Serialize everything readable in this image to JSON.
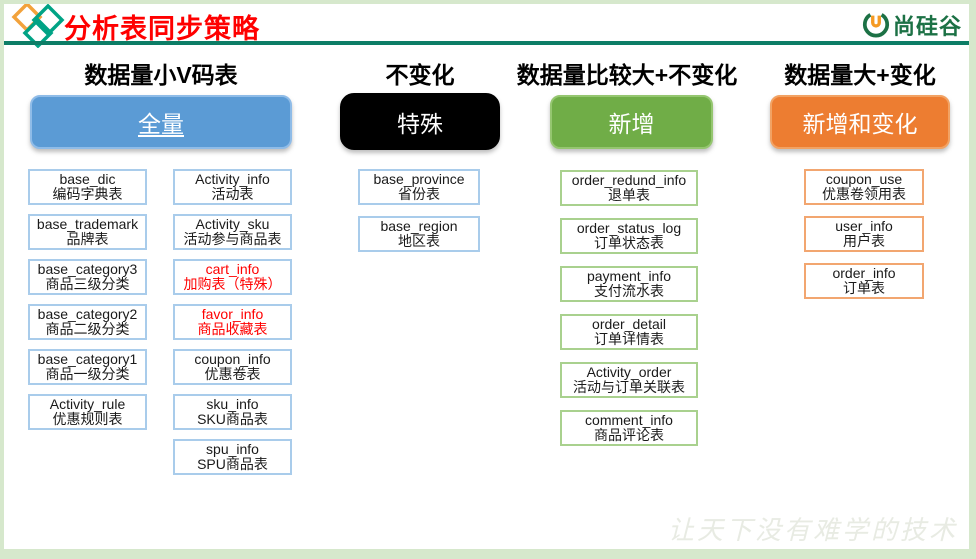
{
  "header": {
    "title": "分析表同步策略",
    "brand": "尚硅谷"
  },
  "footer": {
    "watermark": "让天下没有难学的技术"
  },
  "colors": {
    "title_red": "#FF0000",
    "rule_teal": "#0D7D66",
    "frame_green": "#D6E8CC",
    "brand_green": "#1C7145",
    "brand_orange": "#F59A23",
    "highlight_red": "#FF0000"
  },
  "columns": [
    {
      "header": "数据量小V码表",
      "strategy_label": "全量",
      "button_color": "#5B9BD5",
      "button_border": "#8FBCE8",
      "box_border": "#A9CCEB",
      "table_groups": [
        [
          {
            "name": "base_dic",
            "label": "编码字典表"
          },
          {
            "name": "base_trademark",
            "label": "品牌表"
          },
          {
            "name": "base_category3",
            "label": "商品三级分类"
          },
          {
            "name": "base_category2",
            "label": "商品二级分类"
          },
          {
            "name": "base_category1",
            "label": "商品一级分类"
          },
          {
            "name": "Activity_rule",
            "label": "优惠规则表"
          }
        ],
        [
          {
            "name": "Activity_info",
            "label": "活动表"
          },
          {
            "name": "Activity_sku",
            "label": "活动参与商品表"
          },
          {
            "name": "cart_info",
            "label": "加购表（特殊）",
            "highlight": true
          },
          {
            "name": "favor_info",
            "label": "商品收藏表",
            "highlight": true
          },
          {
            "name": "coupon_info",
            "label": "优惠卷表"
          },
          {
            "name": "sku_info",
            "label": "SKU商品表"
          },
          {
            "name": "spu_info",
            "label": "SPU商品表"
          }
        ]
      ]
    },
    {
      "header": "不变化",
      "strategy_label": "特殊",
      "button_color": "#000000",
      "button_border": "#000000",
      "box_border": "#A9CCEB",
      "table_groups": [
        [
          {
            "name": "base_province",
            "label": "省份表"
          },
          {
            "name": "base_region",
            "label": "地区表"
          }
        ]
      ]
    },
    {
      "header": "数据量比较大+不变化",
      "strategy_label": "新增",
      "button_color": "#70AD47",
      "button_border": "#95C670",
      "box_border": "#A9D18E",
      "table_groups": [
        [
          {
            "name": "order_redund_info",
            "label": "退单表"
          },
          {
            "name": "order_status_log",
            "label": "订单状态表"
          },
          {
            "name": "payment_info",
            "label": "支付流水表"
          },
          {
            "name": "order_detail",
            "label": "订单详情表"
          },
          {
            "name": "Activity_order",
            "label": "活动与订单关联表"
          },
          {
            "name": "comment_info",
            "label": "商品评论表"
          }
        ]
      ]
    },
    {
      "header": "数据量大+变化",
      "strategy_label": "新增和变化",
      "button_color": "#ED7D31",
      "button_border": "#F2A263",
      "box_border": "#F2A670",
      "table_groups": [
        [
          {
            "name": "coupon_use",
            "label": "优惠卷领用表"
          },
          {
            "name": "user_info",
            "label": "用户表"
          },
          {
            "name": "order_info",
            "label": "订单表"
          }
        ]
      ]
    }
  ]
}
